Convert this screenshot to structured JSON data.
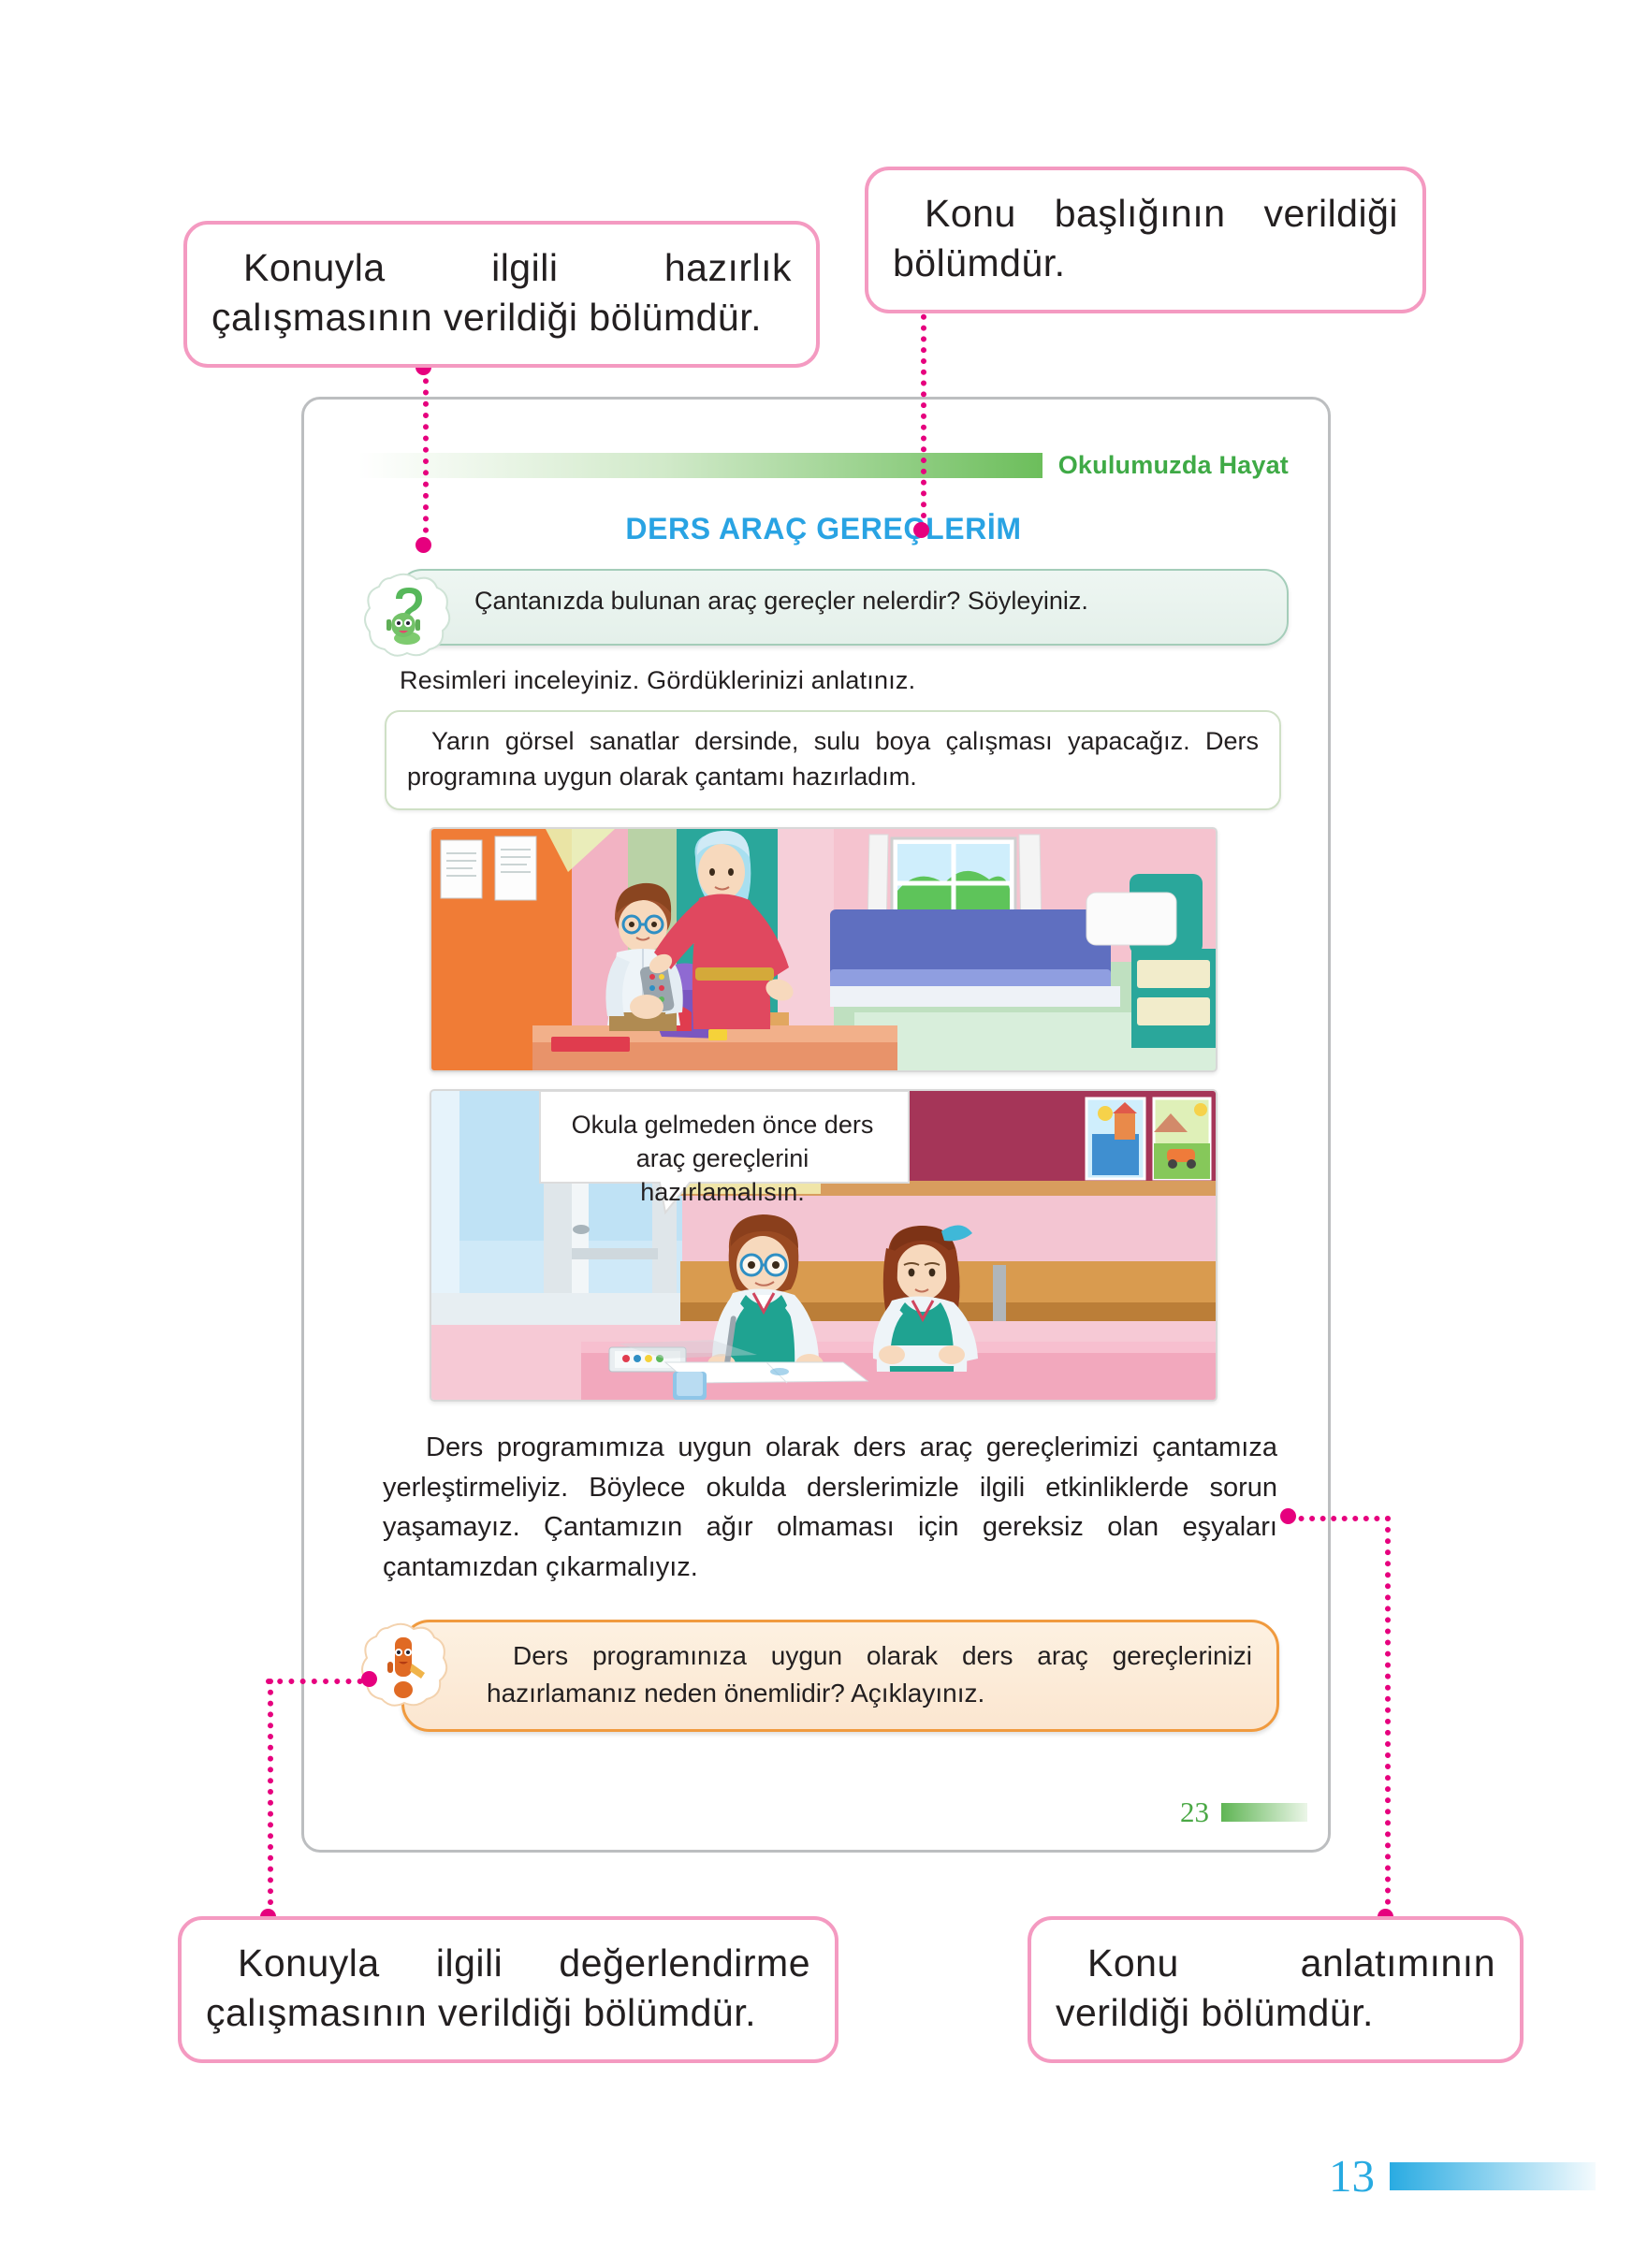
{
  "annotations": {
    "top_left": "Konuyla ilgili hazırlık çalışmasının verildiği bölümdür.",
    "top_right": "Konu başlığının verildiği bölümdür.",
    "bottom_left": "Konuyla ilgili değerlendirme çalışmasının verildiği bölümdür.",
    "bottom_right": "Konu anlatımının verildiği bölümdür."
  },
  "book_page": {
    "unit_name": "Okulumuzda Hayat",
    "lesson_title": "DERS ARAÇ GEREÇLERİM",
    "ask_box": {
      "icon": "green-question-mark-mascot-icon",
      "text": "Çantanızda bulunan araç gereçler nelerdir? Söyleyiniz."
    },
    "instruction": "Resimleri inceleyiniz. Gördüklerinizi anlatınız.",
    "dialog_box": "Yarın görsel sanatlar dersinde, sulu boya çalışması yapacağız. Ders programına uygun olarak çantamı hazırladım.",
    "illustration_1": {
      "alt": "Gözlüklü bir çocuk ve annesi yatak odasında okul çantasını hazırlıyor."
    },
    "illustration_2": {
      "alt": "Sınıfta sırada oturan iki öğrenci; gözlüklü çocuk konuşuyor.",
      "speech_bubble": "Okula gelmeden önce ders araç gereçlerini hazırlamalısın."
    },
    "body_paragraph": "Ders programımıza uygun olarak ders araç gereçlerimizi çantamıza yerleştirmeliyiz. Böylece okulda derslerimizle ilgili etkinliklerde sorun yaşamayız. Çantamızın ağır olmaması için gereksiz olan eşyaları çantamızdan çıkarmalıyız.",
    "eval_box": {
      "icon": "orange-exclamation-mark-mascot-icon",
      "text": "Ders programınıza uygun olarak ders araç gereçlerinizi hazırlamanız neden önemlidir? Açıklayınız."
    },
    "folio": "23"
  },
  "master_folio": "13",
  "colors": {
    "annotation_border": "#f49ac1",
    "leader_line": "#e6007e",
    "unit_green": "#3faa46",
    "lesson_blue": "#29a3e3",
    "ask_box_border": "#a4cdb9",
    "eval_box_border": "#f09a3e",
    "book_border": "#bcbec0",
    "folio_green": "#4aa845",
    "master_folio_blue": "#27aae1"
  }
}
